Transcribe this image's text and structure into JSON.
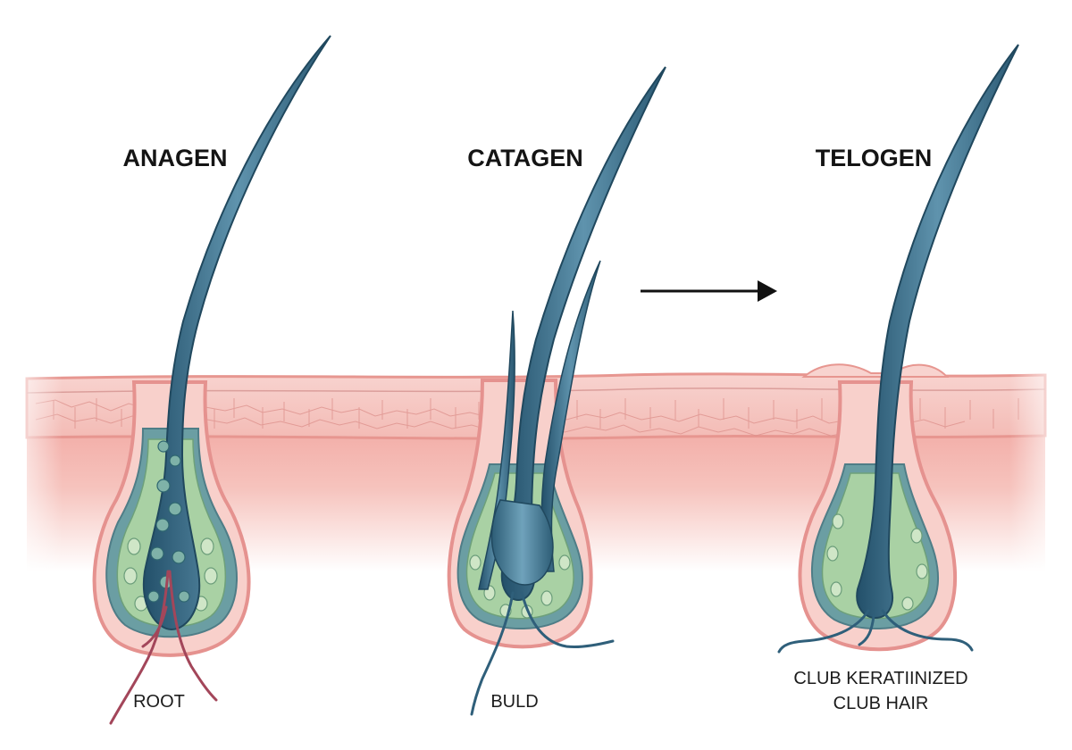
{
  "stages": [
    {
      "title": "ANAGEN",
      "label_lines": [
        "ROOT"
      ]
    },
    {
      "title": "CATAGEN",
      "label_lines": [
        "BULD"
      ]
    },
    {
      "title": "TELOGEN",
      "label_lines": [
        "CLUB KERATIINIZED",
        "CLUB HAIR"
      ]
    }
  ],
  "colors": {
    "skin_outline": "#e5928f",
    "skin_fill": "#f6c7c2",
    "dermis": "#f4b0aa",
    "sheath_green": "#a7cfa1",
    "sheath_teal": "#5f8f97",
    "hair_blue": "#3c6e89",
    "hair_dark": "#244f66",
    "papilla": "#a3465a",
    "arrow": "#111111"
  },
  "icons": {
    "arrow": "right-arrow-icon"
  }
}
